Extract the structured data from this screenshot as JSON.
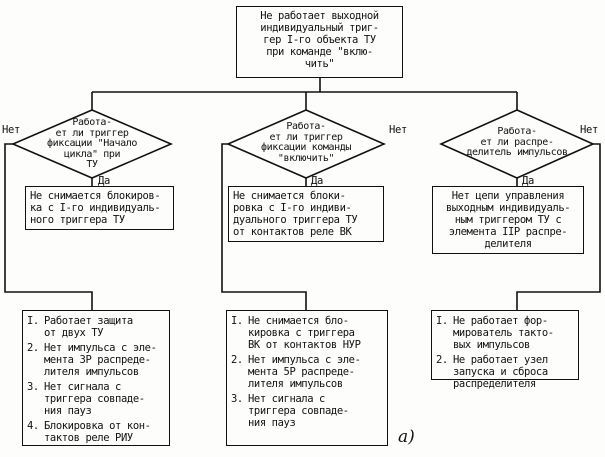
{
  "flowchart": {
    "top": "Не работает выходной\nиндивидуальный триг-\nгер I-го объекта ТУ\nпри команде \"вклю-\nчить\"",
    "branches": [
      {
        "question": "Работа-\nет ли триггер\nфиксации \"Начало\nцикла\" при\nТУ",
        "no": "Нет",
        "yes": "Да",
        "cause": "Не снимается блокиров-\nка с I-го индивидуаль-\nного триггера ТУ",
        "checks": [
          {
            "n": "I.",
            "text": "Работает защита\nот двух ТУ"
          },
          {
            "n": "2.",
            "text": "Нет импульса с эле-\nмента ЗР распреде-\nлителя импульсов"
          },
          {
            "n": "3.",
            "text": "Нет сигнала с\nтриггера совпаде-\nния пауз"
          },
          {
            "n": "4.",
            "text": "Блокировка от кон-\nтактов реле РИУ"
          }
        ]
      },
      {
        "question": "Работа-\nет ли триггер\nфиксации команды\n\"включить\"",
        "no": "Нет",
        "yes": "Да",
        "cause": "Не снимается блоки-\nровка с I-го индиви-\nдуального триггера ТУ\nот контактов реле ВК",
        "checks": [
          {
            "n": "I.",
            "text": "Не снимается бло-\nкировка с триггера\nВК от контактов НУР"
          },
          {
            "n": "2.",
            "text": "Нет импульса с эле-\nмента 5Р распреде-\nлителя импульсов"
          },
          {
            "n": "3.",
            "text": "Нет сигнала с\nтриггера совпаде-\nния пауз"
          }
        ]
      },
      {
        "question": "Работа-\nет ли распре-\nделитель импульсов",
        "no": "Нет",
        "yes": "Да",
        "cause": "Нет цепи управления\nвыходным индивидуаль-\nным триггером ТУ с\nэлемента IIР распре-\nделителя",
        "checks": [
          {
            "n": "I.",
            "text": "Не работает фор-\nмирователь такто-\nвых импульсов"
          },
          {
            "n": "2.",
            "text": "Не работает узел\nзапуска и сброса\nраспределителя"
          }
        ]
      }
    ],
    "figure_label": "а)"
  }
}
